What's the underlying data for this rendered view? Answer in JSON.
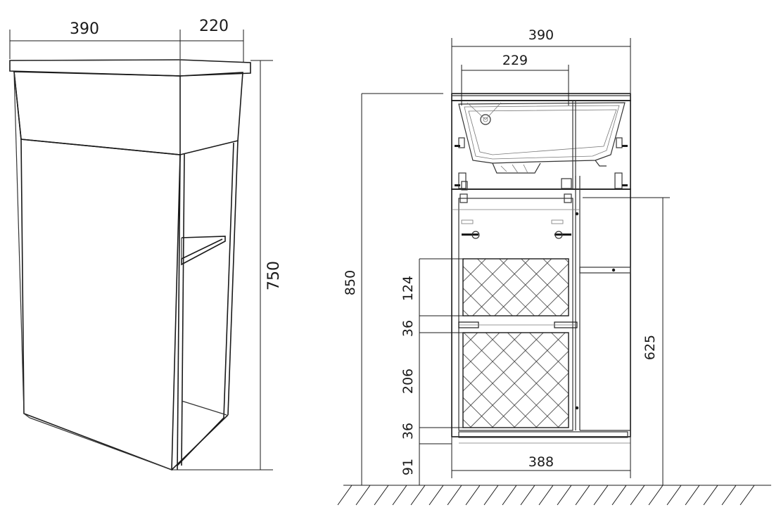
{
  "iso_view": {
    "width_label": "390",
    "depth_label": "220",
    "height_label": "750"
  },
  "front_view": {
    "overall_width_label": "390",
    "inner_width_label": "229",
    "overall_height_label": "850",
    "left_stack": [
      {
        "key": "panel_top",
        "label": "124"
      },
      {
        "key": "gap_mid",
        "label": "36"
      },
      {
        "key": "panel_bottom",
        "label": "206"
      },
      {
        "key": "gap_low",
        "label": "36"
      },
      {
        "key": "plinth",
        "label": "91"
      }
    ],
    "right_height_label": "625",
    "bottom_width_label": "388"
  },
  "colors": {
    "line": "#1a1a1a",
    "background": "#ffffff"
  }
}
